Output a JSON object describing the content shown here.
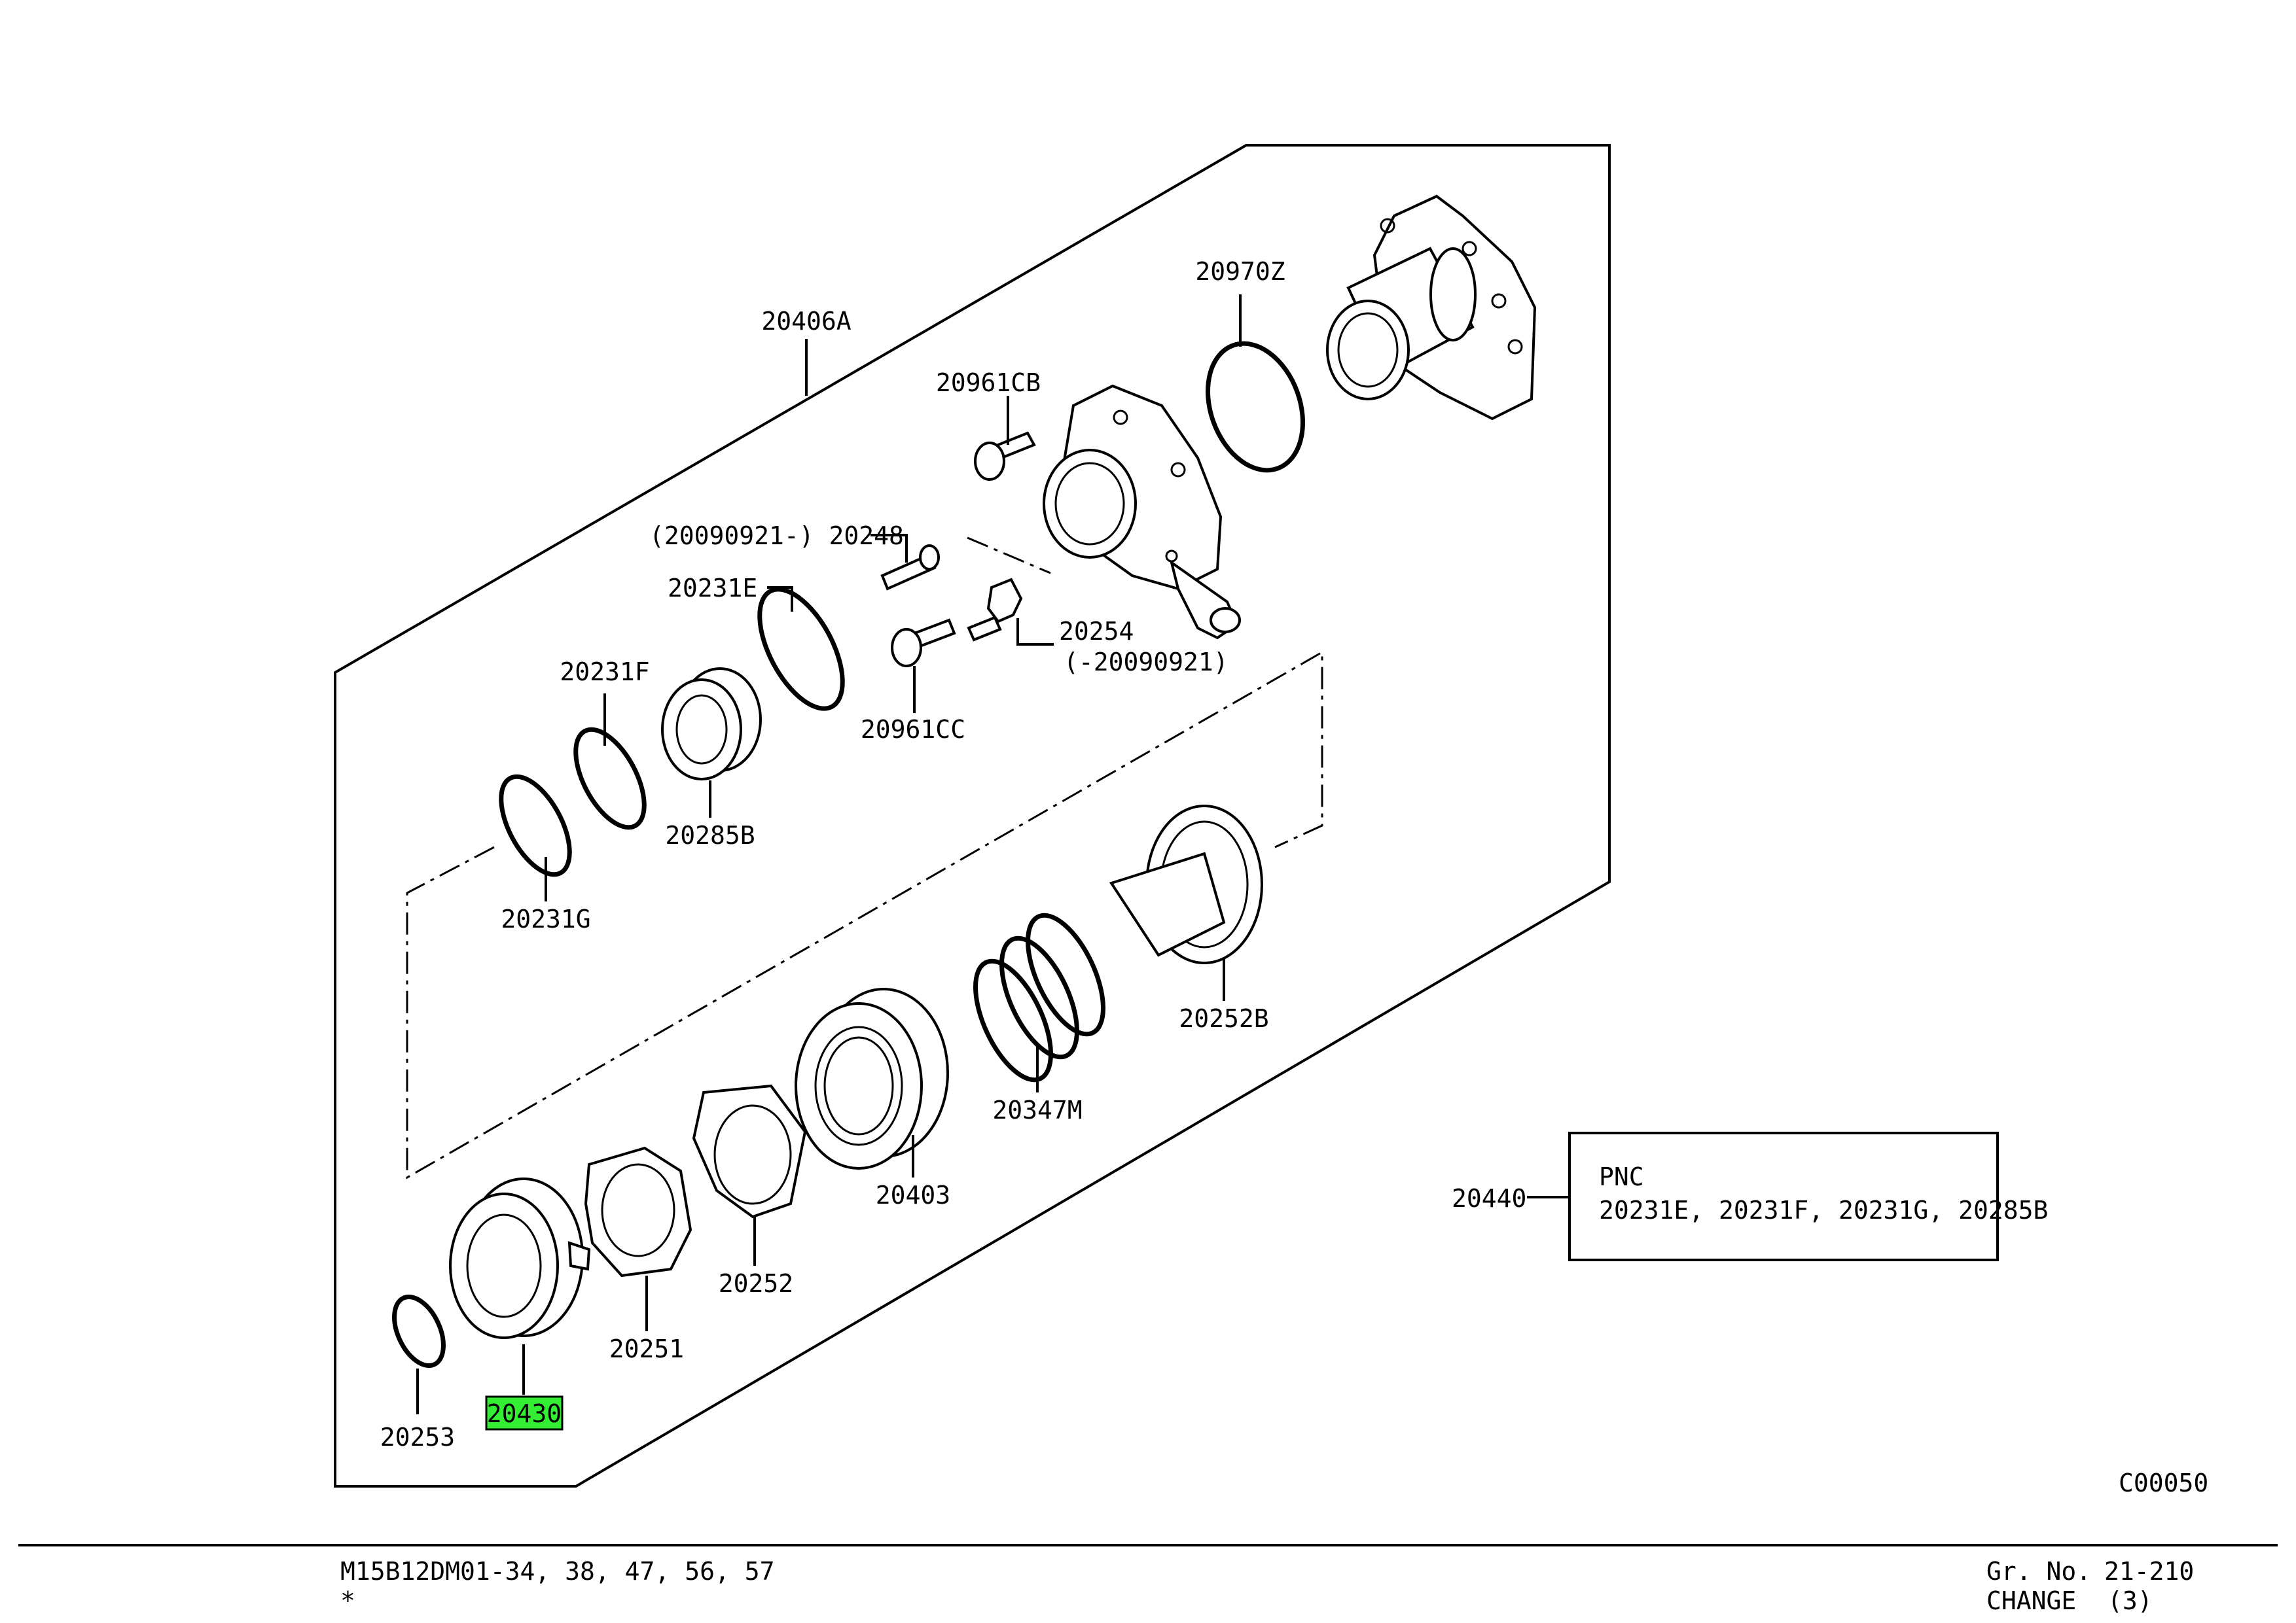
{
  "diagram": {
    "code": "C00050",
    "callouts": {
      "p20406A": "20406A",
      "p20970Z": "20970Z",
      "p20961CB": "20961CB",
      "p20248": "(20090921-) 20248",
      "p20231E": "20231E",
      "p20254": "20254",
      "p20254_note": "(-20090921)",
      "p20961CC": "20961CC",
      "p20231F": "20231F",
      "p20285B": "20285B",
      "p20231G": "20231G",
      "p20252B": "20252B",
      "p20347M": "20347M",
      "p20403": "20403",
      "p20252": "20252",
      "p20251": "20251",
      "p20430": "20430",
      "p20253": "20253",
      "p20440": "20440"
    },
    "highlight_color": "#33ee33",
    "pnc_box": {
      "title": "PNC",
      "parts": "20231E, 20231F, 20231G, 20285B"
    }
  },
  "footer": {
    "model": "M15B12DM01-34, 38, 47, 56, 57",
    "mark": "*",
    "gr_label": "Gr. No.",
    "gr_value": "21-210",
    "change_label": "CHANGE",
    "change_value": "(3)"
  }
}
